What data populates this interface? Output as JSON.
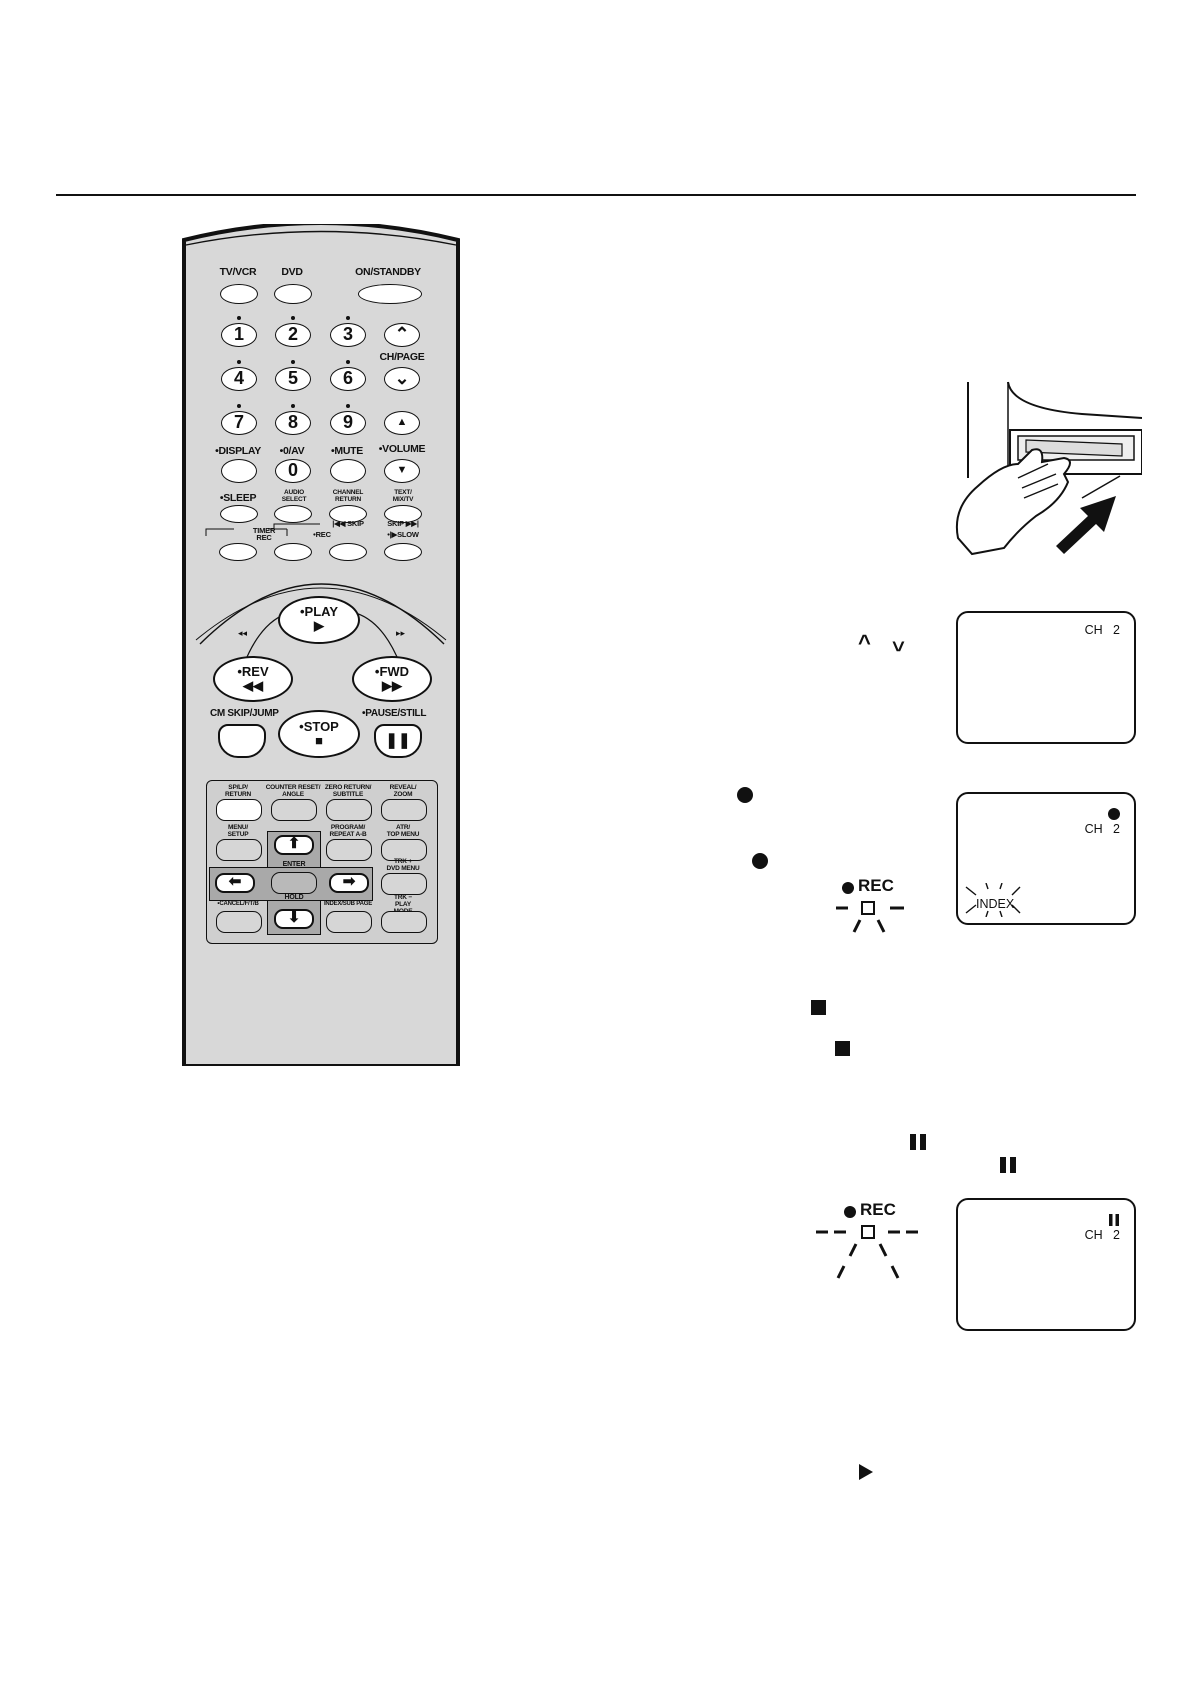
{
  "remote": {
    "top_buttons": {
      "tv_vcr": "TV/VCR",
      "dvd": "DVD",
      "on_standby": "ON/STANDBY"
    },
    "numbers": [
      "1",
      "2",
      "3",
      "4",
      "5",
      "6",
      "7",
      "8",
      "9",
      "0"
    ],
    "ch_page": "CH/PAGE",
    "labels": {
      "display": "•DISPLAY",
      "zero_av": "•0/AV",
      "mute": "•MUTE",
      "volume": "•VOLUME",
      "sleep": "•SLEEP",
      "audio_select": "AUDIO\nSELECT",
      "channel_return": "CHANNEL\nRETURN",
      "text_mix": "TEXT/\nMIX/TV",
      "timer_rec": "TIMER\nREC",
      "rec": "•REC",
      "skip_back": "|◀◀ SKIP",
      "skip_fwd": "SKIP ▶▶|",
      "slow": "•|▶SLOW"
    },
    "transport": {
      "play": "•PLAY",
      "rev": "•REV",
      "fwd": "•FWD",
      "stop": "•STOP",
      "cm_skip": "CM SKIP/JUMP",
      "pause_still": "•PAUSE/STILL"
    },
    "panel": {
      "sp_lp": "SP/LP/\nRETURN",
      "counter_reset": "COUNTER RESET/\nANGLE",
      "zero_return": "ZERO RETURN/\nSUBTITLE",
      "reveal_zoom": "REVEAL/\nZOOM",
      "menu_setup": "MENU/\nSETUP",
      "program_repeat": "PROGRAM/\nREPEAT A-B",
      "atr_top_menu": "ATR/\nTOP MENU",
      "enter": "ENTER",
      "trk_plus": "TRK +\nDVD MENU",
      "hold": "HOLD",
      "cancel": "•CANCEL/F/T/B",
      "index_subpage": "INDEX/SUB PAGE",
      "trk_minus": "TRK −\nPLAY MODE"
    }
  },
  "screens": {
    "screen1": {
      "ch": "CH   2"
    },
    "screen2": {
      "ch": "CH   2",
      "index": "INDEX"
    },
    "screen3": {
      "ch": "CH   2"
    }
  },
  "rec_indicator": {
    "label1": "REC",
    "label2": "REC"
  },
  "icons": [
    "record-circle-icon",
    "stop-square-icon",
    "pause-icon",
    "play-triangle-icon",
    "ch-up-icon",
    "ch-down-icon"
  ]
}
